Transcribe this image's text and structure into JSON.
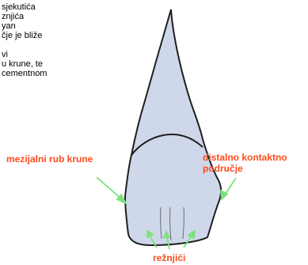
{
  "text_lines": [
    " sjekutića",
    "znjića",
    "yan",
    "čje je bliže",
    "",
    "vi",
    "u krune, te",
    "cementnom"
  ],
  "labels": {
    "mesial": "mezijalni rub krune",
    "distal_line1": "distalno kontaktno",
    "distal_line2": "područje",
    "mamelons": "režnjići"
  },
  "colors": {
    "label": "#ff4a1c",
    "arrow": "#7de07d",
    "tooth_fill": "#cfd8ea",
    "outline": "#1f1f1f"
  }
}
